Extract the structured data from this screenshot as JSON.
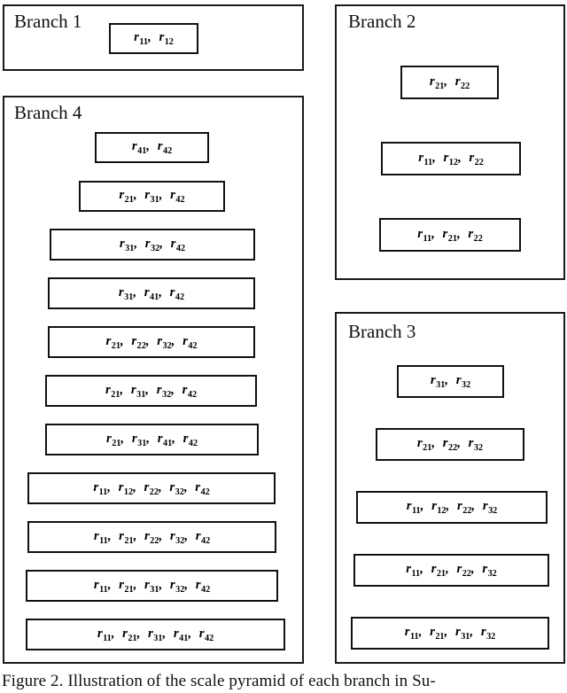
{
  "figure": {
    "caption": "Figure 2. Illustration of the scale pyramid of each branch in Su-"
  },
  "branches": [
    {
      "id": "branch1",
      "title": "Branch 1",
      "scales": [
        "r11, r12"
      ]
    },
    {
      "id": "branch2",
      "title": "Branch 2",
      "scales": [
        "r21, r22",
        "r11, r12, r22",
        "r11, r21, r22"
      ]
    },
    {
      "id": "branch3",
      "title": "Branch 3",
      "scales": [
        "r31, r32",
        "r21, r22, r32",
        "r11, r12, r22, r32",
        "r11, r21, r22, r32",
        "r11, r21, r31, r32"
      ]
    },
    {
      "id": "branch4",
      "title": "Branch 4",
      "scales": [
        "r41, r42",
        "r21, r31, r42",
        "r31, r32, r42",
        "r31, r41, r42",
        "r21, r22, r32, r42",
        "r21, r31, r32, r42",
        "r21, r31, r41, r42",
        "r11, r12, r22, r32, r42",
        "r11, r21, r22, r32, r42",
        "r11, r21, r31, r32, r42",
        "r11, r21, r31, r41, r42"
      ]
    }
  ],
  "colors": {
    "border": "#111111",
    "background": "#ffffff",
    "text": "#000000"
  }
}
